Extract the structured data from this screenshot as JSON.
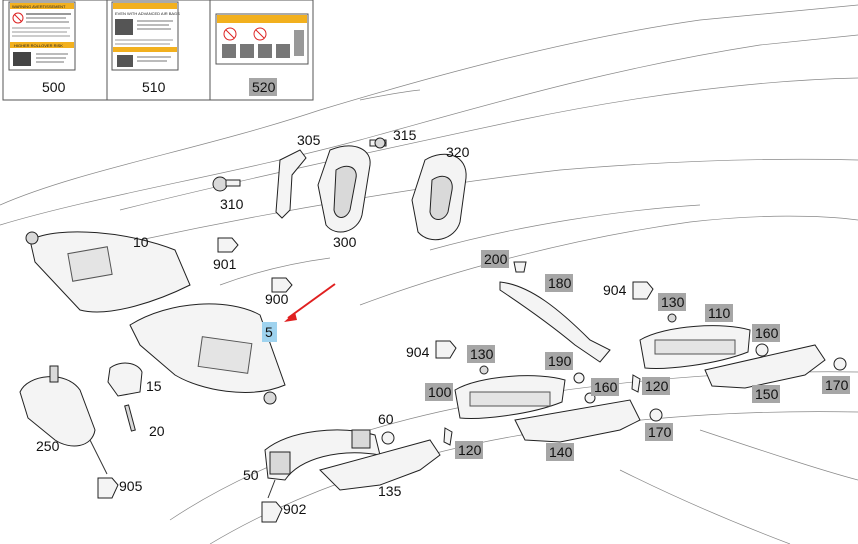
{
  "callouts": {
    "c500": "500",
    "c510": "510",
    "c520": "520",
    "c305": "305",
    "c315": "315",
    "c320": "320",
    "c310": "310",
    "c300": "300",
    "c10": "10",
    "c901": "901",
    "c900": "900",
    "c5": "5",
    "c200": "200",
    "c180": "180",
    "c904a": "904",
    "c130a": "130",
    "c110": "110",
    "c160a": "160",
    "c170a": "170",
    "c904b": "904",
    "c130b": "130",
    "c190": "190",
    "c120a": "120",
    "c150": "150",
    "c100": "100",
    "c160b": "160",
    "c170b": "170",
    "c15": "15",
    "c250": "250",
    "c20": "20",
    "c60": "60",
    "c120b": "120",
    "c140": "140",
    "c50": "50",
    "c135": "135",
    "c905": "905",
    "c902": "902"
  },
  "warning_cards": {
    "card500_title": "WARNING AVERTISSEMENT",
    "card510_title": "EVEN WITH ADVANCED AIR BAGS",
    "card500_sub": "HIGHER ROLLOVER RISK"
  },
  "colors": {
    "highlight_gray": "#a6a6a6",
    "highlight_blue": "#9fd3ef",
    "arrow": "#e02020",
    "warning_yellow": "#f2b01e"
  }
}
